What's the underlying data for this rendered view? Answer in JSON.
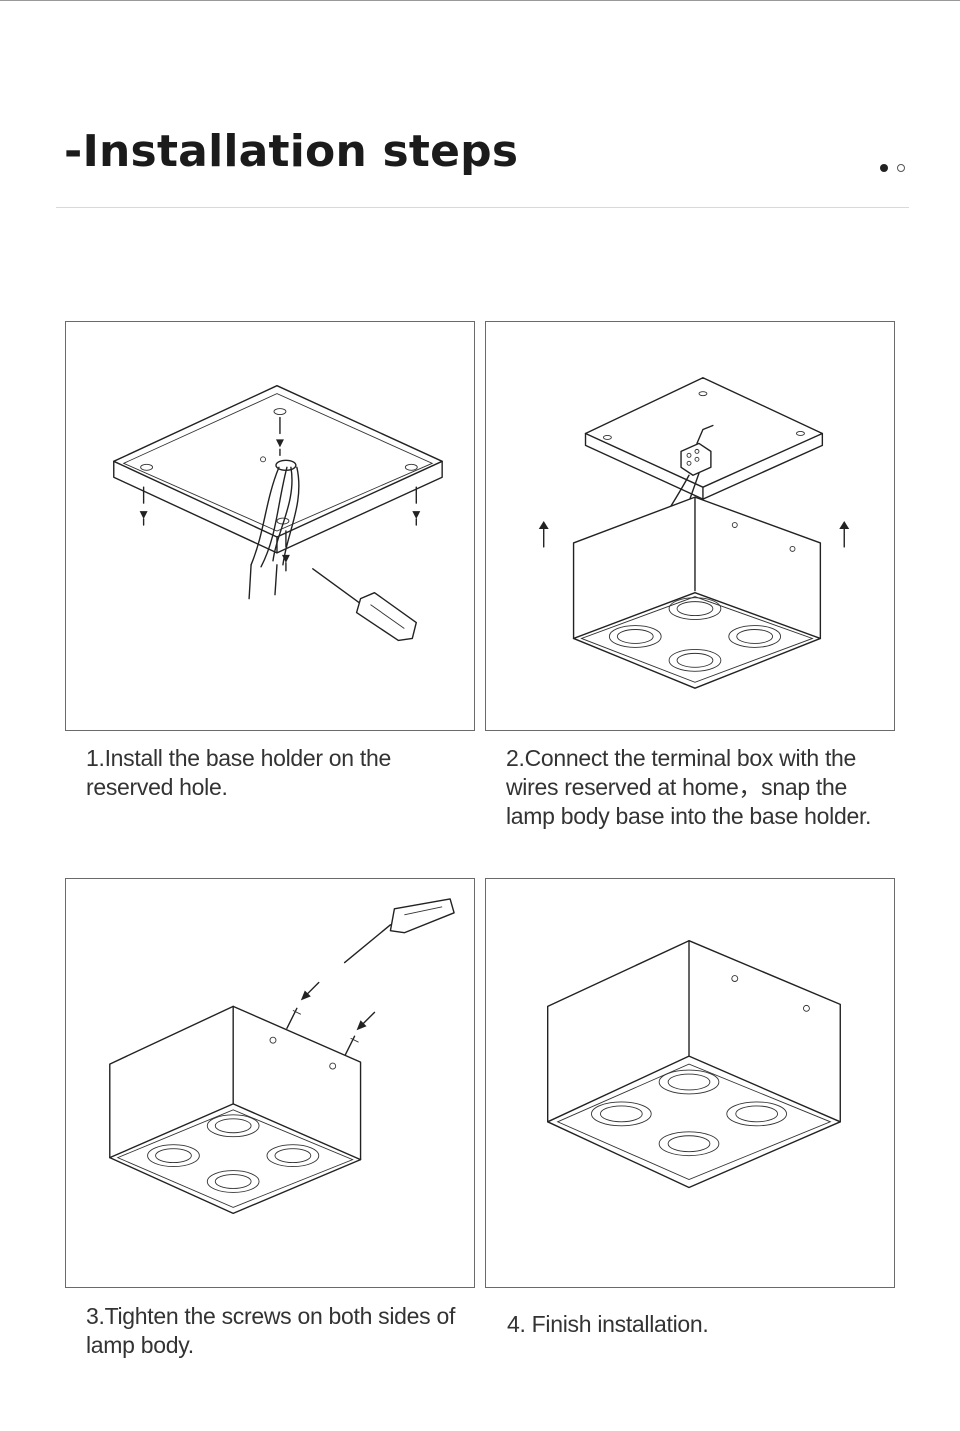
{
  "header": {
    "title": "-Installation steps"
  },
  "steps": [
    {
      "caption": "1.Install the base holder on the\nreserved hole."
    },
    {
      "caption": "2.Connect the terminal box with the\nwires reserved at home，snap the\nlamp body base into the base holder."
    },
    {
      "caption": "3.Tighten the screws on both sides of\nlamp body."
    },
    {
      "caption": "4. Finish installation."
    }
  ]
}
